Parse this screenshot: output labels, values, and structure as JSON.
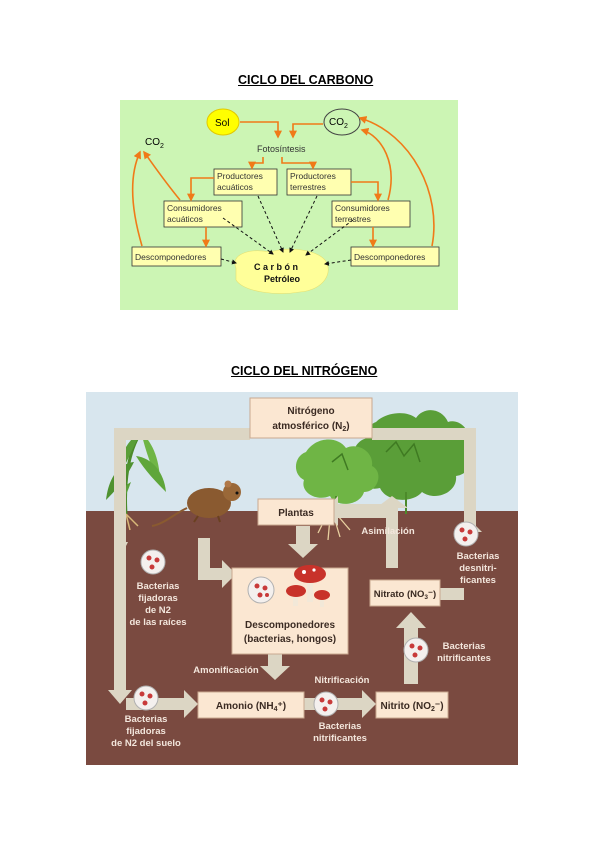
{
  "carbon": {
    "title": "CICLO DEL CARBONO",
    "sol": "Sol",
    "co2_left": "CO",
    "co2_right": "CO",
    "co2_sub": "2",
    "fotosintesis": "Fotosíntesis",
    "productores_acuaticos": [
      "Productores",
      "acuáticos"
    ],
    "productores_terrestres": [
      "Productores",
      "terrestres"
    ],
    "consumidores_acuaticos": [
      "Consumidores",
      "acuáticos"
    ],
    "consumidores_terrestres": [
      "Consumidores",
      "terrestres"
    ],
    "descomponedores_left": "Descomponedores",
    "descomponedores_right": "Descomponedores",
    "carbon_petroleo": [
      "C a r b ó n",
      "Petróleo"
    ],
    "colors": {
      "bg": "#ccf5b4",
      "box": "#ffffb0",
      "arrow": "#f07a18",
      "sun": "#ffff00",
      "blob": "#ffff99"
    }
  },
  "nitrogen": {
    "title": "CICLO DEL NITRÓGENO",
    "nitrogeno": [
      "Nitrógeno",
      "atmosférico (N",
      "2",
      ")"
    ],
    "plantas": "Plantas",
    "asimilacion": "Asimilación",
    "bacterias_desnitrificantes": [
      "Bacterias",
      "desnitri-",
      "ficantes"
    ],
    "bacterias_fijadoras_raices": [
      "Bacterias",
      "fijadoras",
      "de N2",
      "de las raíces"
    ],
    "descomponedores": [
      "Descomponedores",
      "(bacterias, hongos)"
    ],
    "nitrato": [
      "Nitrato (NO",
      "3",
      "⁻)"
    ],
    "bacterias_nitrificantes_right": [
      "Bacterias",
      "nitrificantes"
    ],
    "amonificacion": "Amonificación",
    "nitrificacion": "Nitrificación",
    "amonio": [
      "Amonio (NH",
      "4",
      "⁺)"
    ],
    "nitrito": [
      "Nitrito (NO",
      "2",
      "⁻)"
    ],
    "bacterias_nitrificantes_bottom": [
      "Bacterias",
      "nitrificantes"
    ],
    "bacterias_fijadoras_suelo": [
      "Bacterias",
      "fijadoras",
      "de N2 del suelo"
    ],
    "colors": {
      "sky": "#d8e6ee",
      "soil": "#7a4a40",
      "box": "#fbe7d2",
      "arrow": "#dcd6c4",
      "plant": "#5a9e38"
    }
  }
}
